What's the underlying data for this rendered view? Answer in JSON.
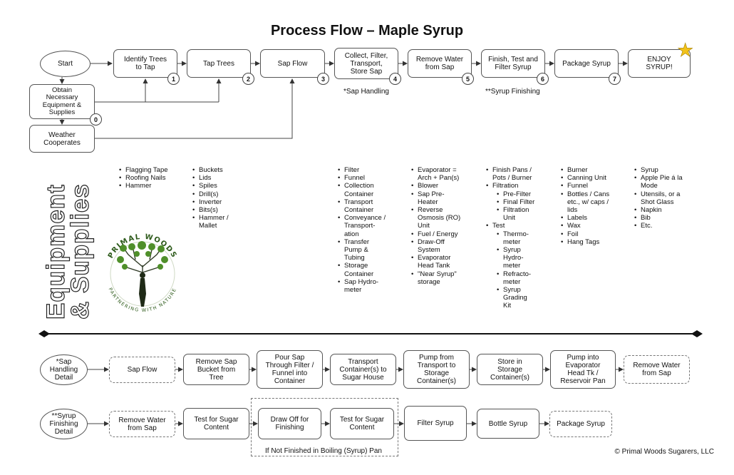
{
  "title": "Process Flow – Maple Syrup",
  "side_title": {
    "line1": "Equipment",
    "line2": "& Supplies"
  },
  "flow": {
    "start": "Start",
    "steps": [
      {
        "label": "Identify Trees\nto Tap",
        "num": "1"
      },
      {
        "label": "Tap Trees",
        "num": "2"
      },
      {
        "label": "Sap Flow",
        "num": "3"
      },
      {
        "label": "Collect, Filter,\nTransport,\nStore Sap",
        "num": "4"
      },
      {
        "label": "Remove Water\nfrom Sap",
        "num": "5"
      },
      {
        "label": "Finish, Test and\nFilter Syrup",
        "num": "6"
      },
      {
        "label": "Package Syrup",
        "num": "7"
      },
      {
        "label": "ENJOY\nSYRUP!",
        "num": ""
      }
    ],
    "obtain": {
      "label": "Obtain\nNecessary\nEquipment &\nSupplies",
      "num": "0"
    },
    "weather": "Weather\nCooperates",
    "note_sap": "*Sap Handling",
    "note_syrup": "**Syrup Finishing"
  },
  "supplies": {
    "col1": [
      "Flagging Tape",
      "Roofing Nails",
      "Hammer"
    ],
    "col2": [
      "Buckets",
      "Lids",
      "Spiles",
      "Drill(s)",
      "Inverter",
      "Bits(s)",
      "Hammer /\nMallet"
    ],
    "col4": [
      "Filter",
      "Funnel",
      "Collection\nContainer",
      "Transport\nContainer",
      "Conveyance /\nTransport-\nation",
      "Transfer\nPump &\nTubing",
      "Storage\nContainer",
      "Sap Hydro-\nmeter"
    ],
    "col5": [
      "Evaporator =\nArch + Pan(s)",
      "Blower",
      "Sap Pre-\nHeater",
      "Reverse\nOsmosis (RO)\nUnit",
      "Fuel / Energy",
      "Draw-Off\nSystem",
      "Evaporator\nHead Tank",
      "\"Near Syrup\"\nstorage"
    ],
    "col6": [
      {
        "t": "Finish Pans /\nPots / Burner",
        "sub": false
      },
      {
        "t": "Filtration",
        "sub": false
      },
      {
        "t": "Pre-Filter",
        "sub": true
      },
      {
        "t": "Final Filter",
        "sub": true
      },
      {
        "t": "Filtration\nUnit",
        "sub": true
      },
      {
        "t": "Test",
        "sub": false
      },
      {
        "t": "Thermo-\nmeter",
        "sub": true
      },
      {
        "t": "Syrup\nHydro-\nmeter",
        "sub": true
      },
      {
        "t": "Refracto-\nmeter",
        "sub": true
      },
      {
        "t": "Syrup\nGrading\nKit",
        "sub": true
      }
    ],
    "col7": [
      "Burner",
      "Canning Unit",
      "Funnel",
      "Bottles / Cans\netc., w/ caps /\nlids",
      "Labels",
      "Wax",
      "Foil",
      "Hang Tags"
    ],
    "col8": [
      "Syrup",
      "Apple Pie á la\nMode",
      "Utensils, or a\nShot Glass",
      "Napkin",
      "Bib",
      "Etc."
    ]
  },
  "logo": {
    "brand": "PRIMAL WOODS",
    "tagline": "PARTNERING WITH NATURE"
  },
  "sap_detail": {
    "start": "*Sap\nHandling\nDetail",
    "steps": [
      {
        "label": "Sap Flow",
        "dashed": true
      },
      {
        "label": "Remove Sap\nBucket from\nTree",
        "dashed": false
      },
      {
        "label": "Pour Sap\nThrough Filter /\nFunnel into\nContainer",
        "dashed": false
      },
      {
        "label": "Transport\nContainer(s) to\nSugar House",
        "dashed": false
      },
      {
        "label": "Pump from\nTransport to\nStorage\nContainer(s)",
        "dashed": false
      },
      {
        "label": "Store in\nStorage\nContainer(s)",
        "dashed": false
      },
      {
        "label": "Pump into\nEvaporator\nHead Tk /\nReservoir Pan",
        "dashed": false
      },
      {
        "label": "Remove Water\nfrom Sap",
        "dashed": true
      }
    ]
  },
  "syrup_detail": {
    "start": "**Syrup\nFinishing\nDetail",
    "steps": [
      {
        "label": "Remove Water\nfrom Sap",
        "dashed": true
      },
      {
        "label": "Test for Sugar\nContent",
        "dashed": false
      },
      {
        "label": "Draw Off for\nFinishing",
        "dashed": false
      },
      {
        "label": "Test for Sugar\nContent",
        "dashed": false
      },
      {
        "label": "Filter Syrup",
        "dashed": false
      },
      {
        "label": "Bottle Syrup",
        "dashed": false
      },
      {
        "label": "Package Syrup",
        "dashed": true
      }
    ],
    "loop_note": "If Not Finished in Boiling (Syrup) Pan"
  },
  "copyright": "© Primal Woods Sugarers, LLC"
}
